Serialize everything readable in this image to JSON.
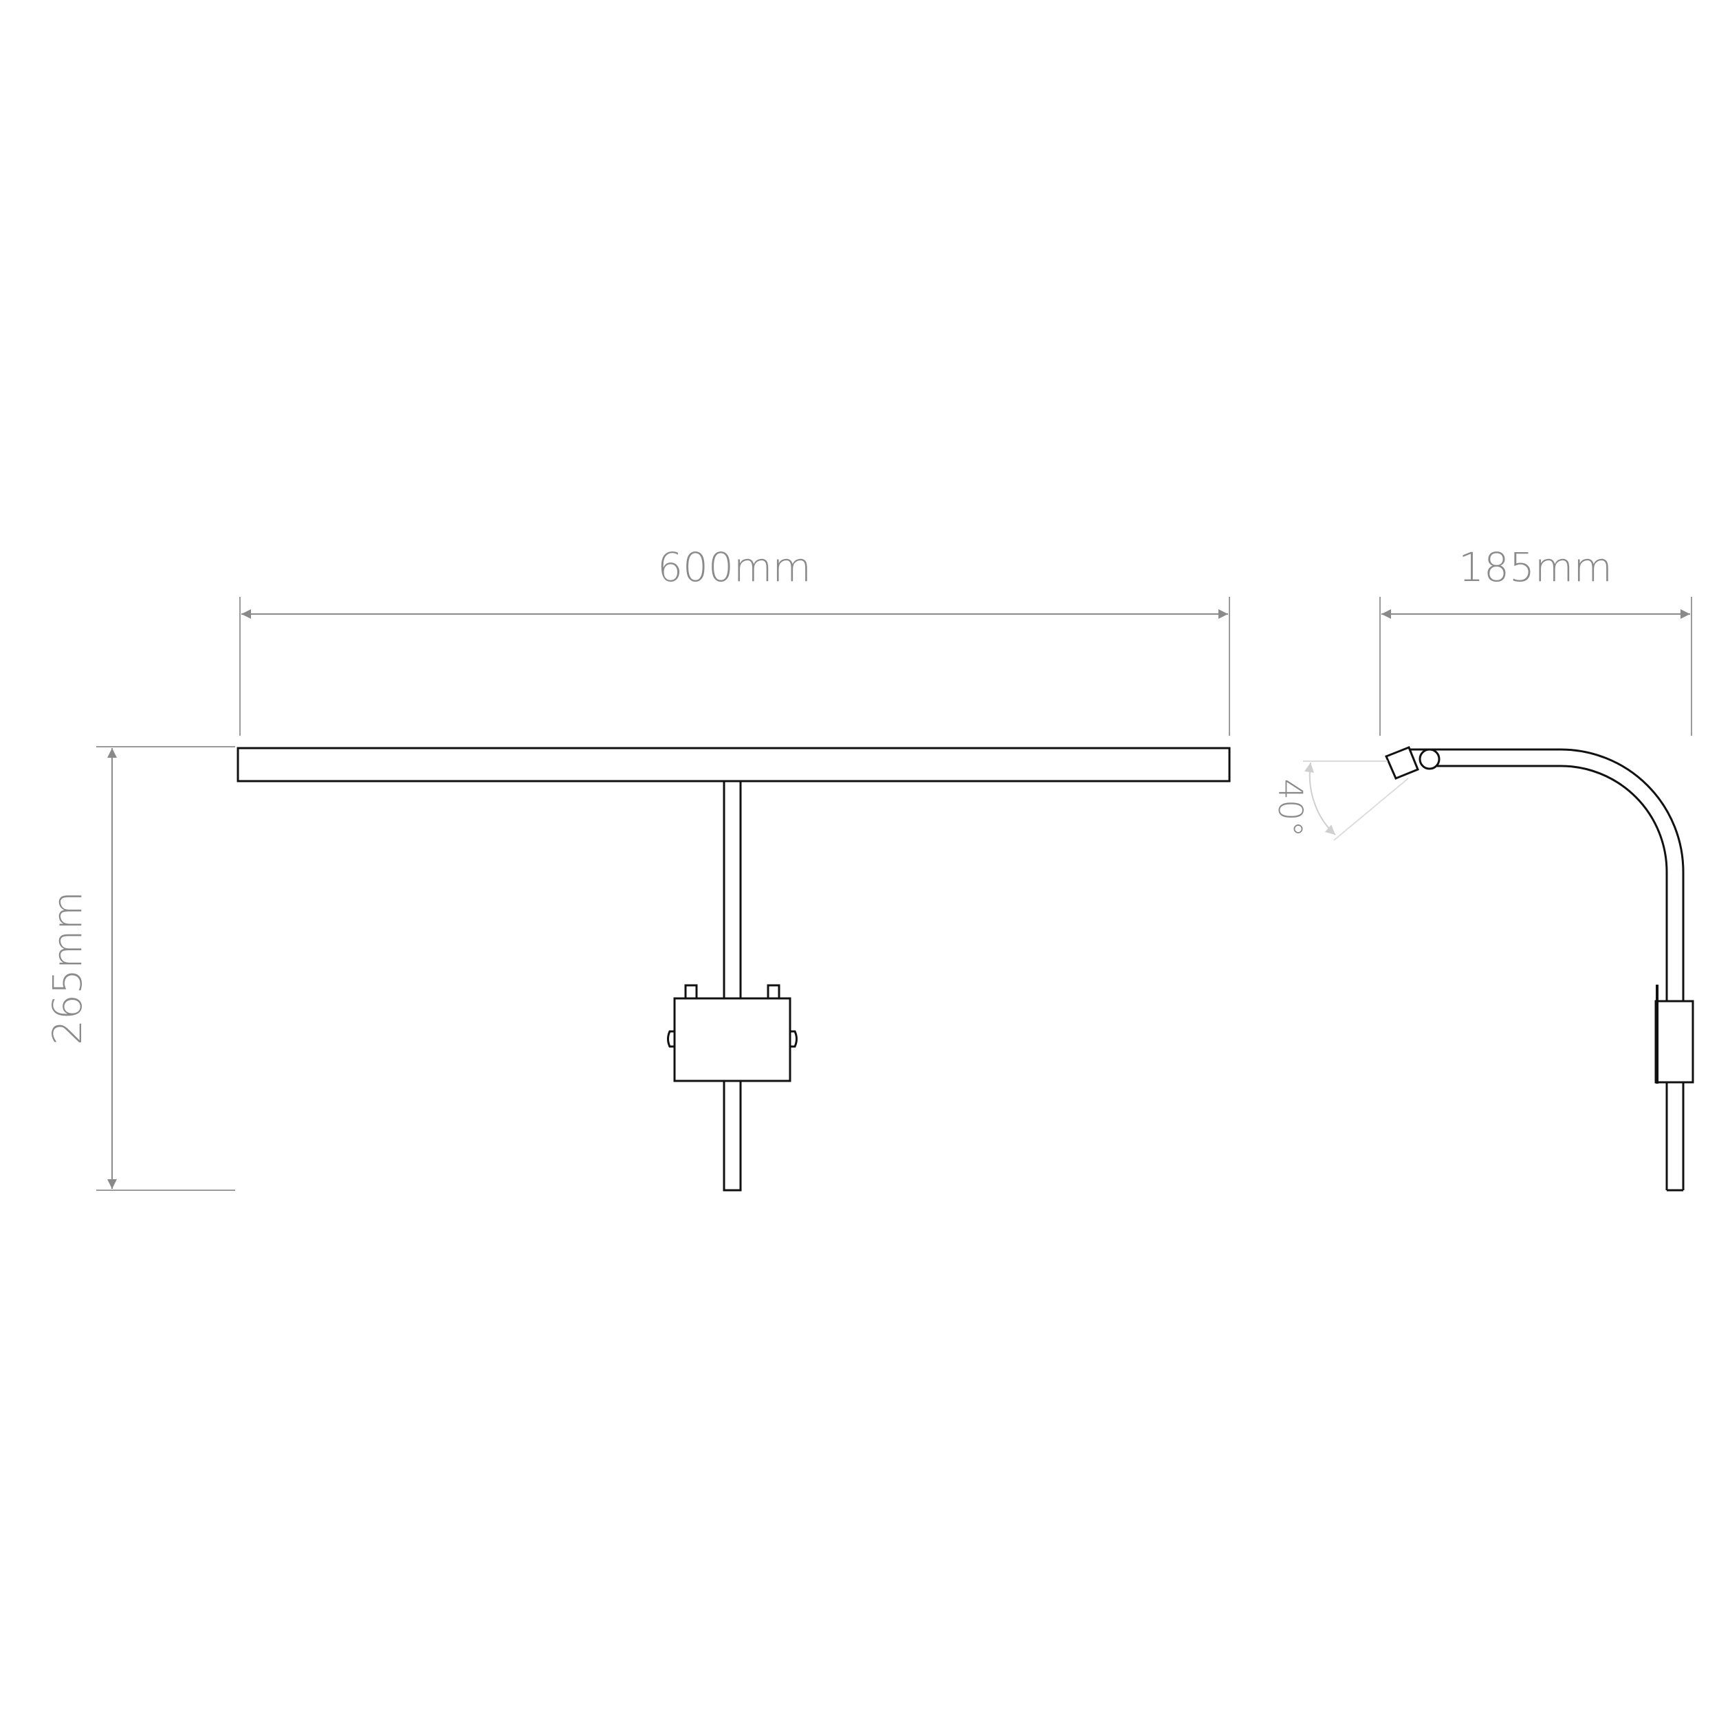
{
  "dimensions": {
    "width_front": "600mm",
    "width_side": "185mm",
    "height": "265mm",
    "tilt_angle": "40°"
  },
  "colors": {
    "outline": "#111111",
    "dimension": "#8a8a8a",
    "extension_line": "#9a9a9a",
    "angle_marker": "#cfcfcf",
    "background": "#ffffff"
  }
}
